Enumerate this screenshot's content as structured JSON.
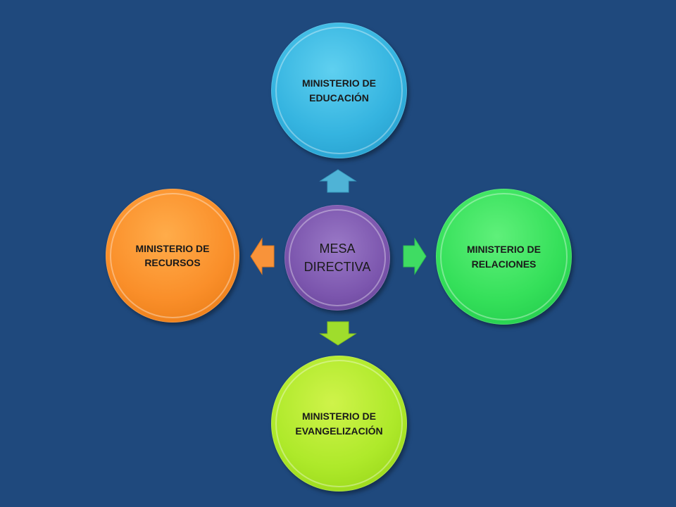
{
  "diagram": {
    "center": {
      "label": "MESA\nDIRECTIVA",
      "color": "#7b55ad"
    },
    "nodes": [
      {
        "id": "top",
        "label": "MINISTERIO DE\nEDUCACIÓN",
        "color": "#35b4e0"
      },
      {
        "id": "right",
        "label": "MINISTERIO DE\nRELACIONES",
        "color": "#35e05a"
      },
      {
        "id": "bottom",
        "label": "MINISTERIO DE\nEVANGELIZACIÓN",
        "color": "#aee92a"
      },
      {
        "id": "left",
        "label": "MINISTERIO DE\nRECURSOS",
        "color": "#fa8f2a"
      }
    ],
    "arrows": [
      {
        "from": "center",
        "to": "top",
        "color": "#4fb3d6"
      },
      {
        "from": "center",
        "to": "right",
        "color": "#3fdc63"
      },
      {
        "from": "center",
        "to": "bottom",
        "color": "#9fdd2c"
      },
      {
        "from": "center",
        "to": "left",
        "color": "#f8933a"
      }
    ],
    "background": "#1f497d"
  }
}
